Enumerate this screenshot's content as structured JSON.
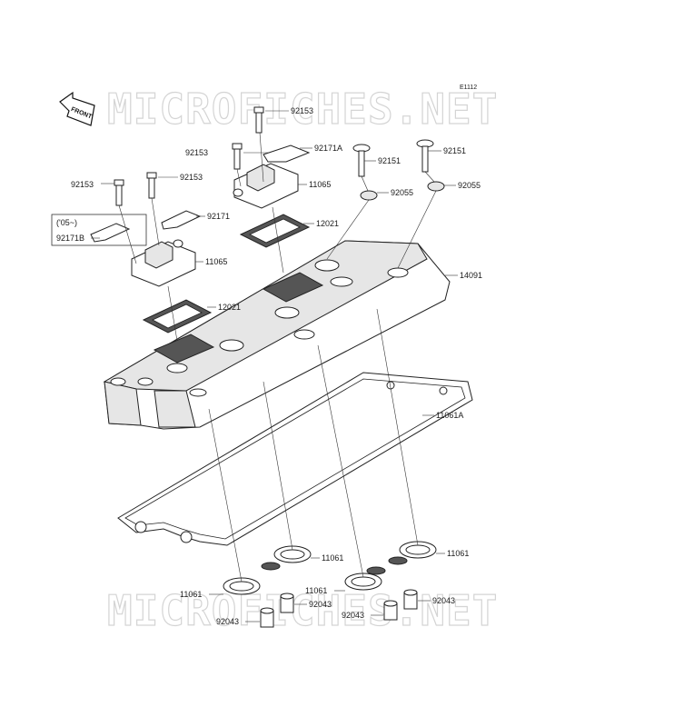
{
  "watermark": "MICROFICHES.NET",
  "diagram_code": "E1112",
  "front_arrow_label": "FRONT",
  "note_label": "('05~)",
  "callouts": [
    {
      "id": "92153-a",
      "text": "92153"
    },
    {
      "id": "92153-b",
      "text": "92153"
    },
    {
      "id": "92153-c",
      "text": "92153"
    },
    {
      "id": "92153-d",
      "text": "92153"
    },
    {
      "id": "92171A",
      "text": "92171A"
    },
    {
      "id": "92151-a",
      "text": "92151"
    },
    {
      "id": "92151-b",
      "text": "92151"
    },
    {
      "id": "11065-a",
      "text": "11065"
    },
    {
      "id": "92055-a",
      "text": "92055"
    },
    {
      "id": "92055-b",
      "text": "92055"
    },
    {
      "id": "92171",
      "text": "92171"
    },
    {
      "id": "12021-a",
      "text": "12021"
    },
    {
      "id": "92171B",
      "text": "92171B"
    },
    {
      "id": "11065-b",
      "text": "11065"
    },
    {
      "id": "14091",
      "text": "14091"
    },
    {
      "id": "12021-b",
      "text": "12021"
    },
    {
      "id": "11061A",
      "text": "11061A"
    },
    {
      "id": "11061-a",
      "text": "11061"
    },
    {
      "id": "11061-b",
      "text": "11061"
    },
    {
      "id": "11061-c",
      "text": "11061"
    },
    {
      "id": "11061-d",
      "text": "11061"
    },
    {
      "id": "92043-a",
      "text": "92043"
    },
    {
      "id": "92043-b",
      "text": "92043"
    },
    {
      "id": "92043-c",
      "text": "92043"
    },
    {
      "id": "92043-d",
      "text": "92043"
    }
  ]
}
